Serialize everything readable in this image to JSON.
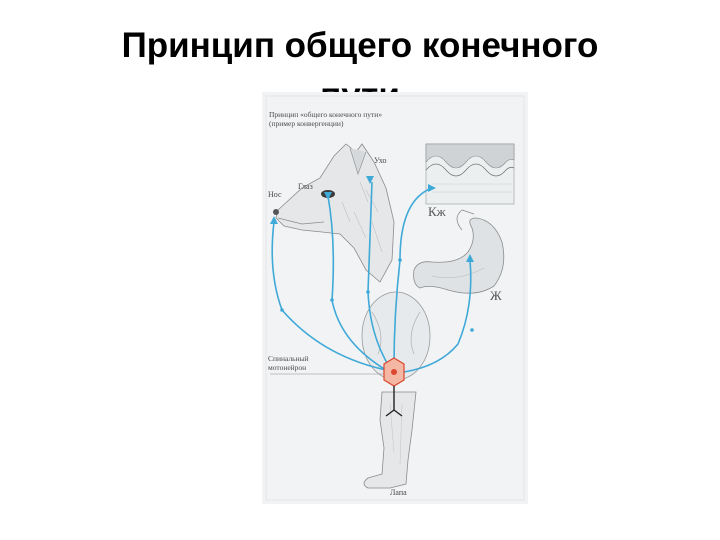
{
  "slide": {
    "title_line1": "Принцип общего конечного",
    "title_line2": "пути"
  },
  "figure": {
    "caption_line1": "Принцип «общего конечного пути»",
    "caption_line2": "(пример конвергенции)",
    "labels": {
      "ear": "Ухо",
      "eye": "Глаз",
      "nose": "Нос",
      "skin": "Кж",
      "stomach": "Ж",
      "motoneuron_line1": "Спинальный",
      "motoneuron_line2": "мотонейрон",
      "paw": "Лапа"
    },
    "colors": {
      "pathway": "#3fa9d8",
      "motoneuron": "#e8704a",
      "efferent": "#222222",
      "figure_background": "#f1f3f4"
    },
    "icons": [
      "dog-head-drawing",
      "skin-section-drawing",
      "stomach-drawing",
      "spinal-cord-section-drawing",
      "dog-leg-drawing"
    ]
  }
}
